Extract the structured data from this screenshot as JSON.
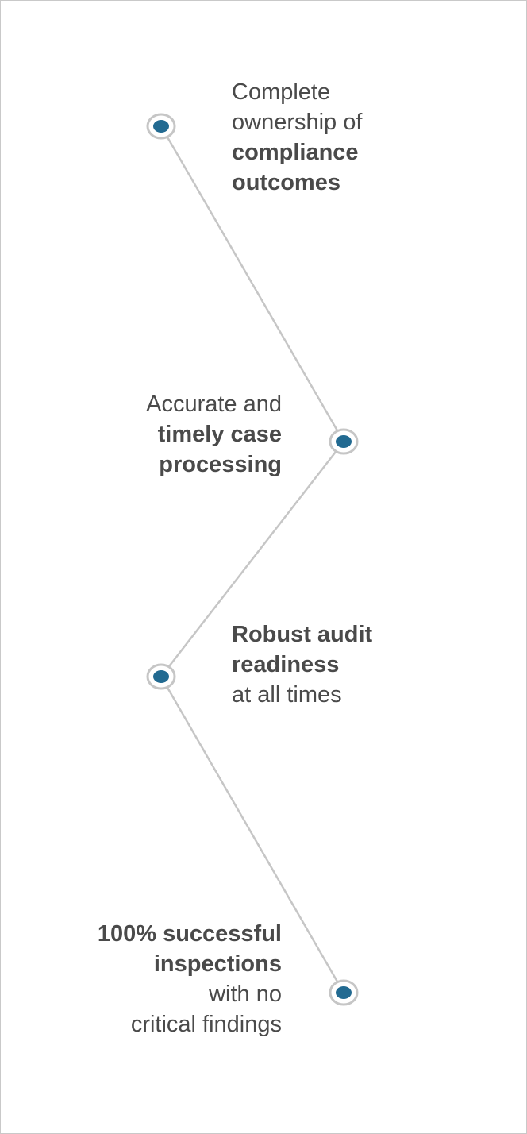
{
  "colors": {
    "connector": "#c6c6c6",
    "node_fill": "#226a91",
    "node_ring": "#c6c6c6",
    "text": "#4a4a4a"
  },
  "milestones": [
    {
      "side": "right",
      "lines": [
        {
          "text": "Complete",
          "bold": false
        },
        {
          "text": "ownership of",
          "bold": false
        },
        {
          "text": "compliance",
          "bold": true
        },
        {
          "text": "outcomes",
          "bold": true
        }
      ]
    },
    {
      "side": "left",
      "lines": [
        {
          "text": "Accurate and",
          "bold": false
        },
        {
          "text": "timely case",
          "bold": true
        },
        {
          "text": "processing",
          "bold": true
        }
      ]
    },
    {
      "side": "right",
      "lines": [
        {
          "text": "Robust audit",
          "bold": true
        },
        {
          "text": "readiness",
          "bold": true
        },
        {
          "text": "at all times",
          "bold": false
        }
      ]
    },
    {
      "side": "left",
      "lines": [
        {
          "text": "100% successful",
          "bold": true
        },
        {
          "text": "inspections",
          "bold": true
        },
        {
          "text": "with no",
          "bold": false
        },
        {
          "text": "critical findings",
          "bold": false
        }
      ]
    }
  ]
}
